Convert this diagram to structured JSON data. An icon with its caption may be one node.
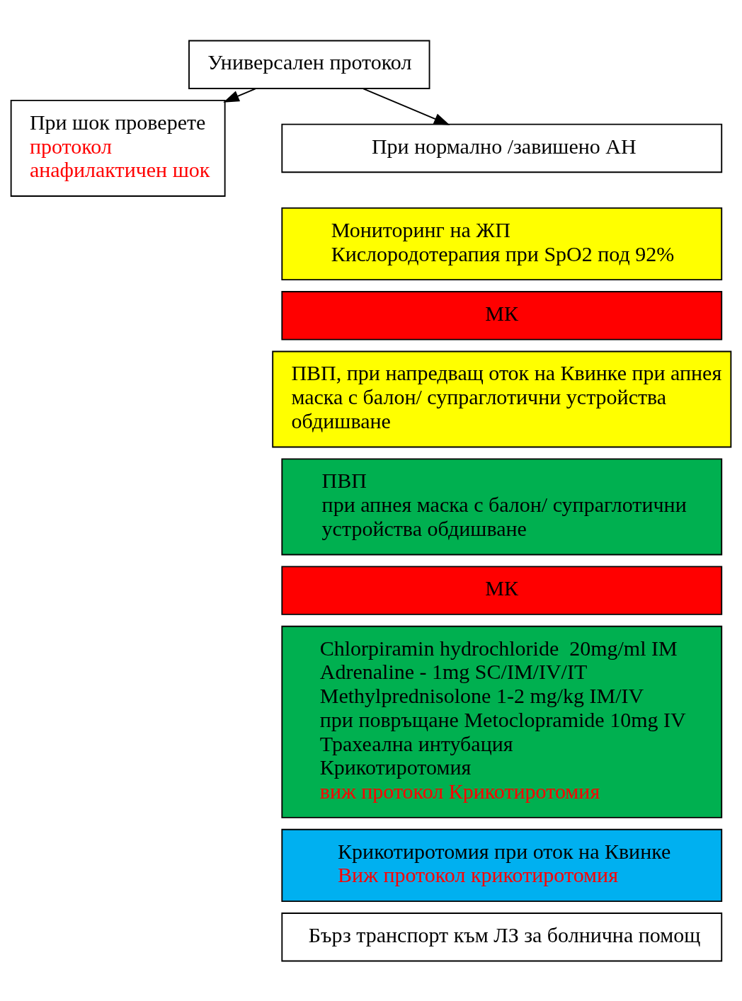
{
  "diagram": {
    "nodes": [
      {
        "text": [
          "Универсален протокол"
        ]
      },
      {
        "text": [
          "При шок проверете",
          "протокол анафилактичен шок"
        ]
      },
      {
        "text": [
          "При нормално /завишено АН"
        ]
      },
      {
        "text": [
          "Мониторинг на ЖП",
          "Кислородотерапия при SpO2 под 92%"
        ]
      },
      {
        "text": [
          "МК"
        ]
      },
      {
        "text": [
          "ПВП, при напредващ оток на Квинке при апнея маска с балон/ супраглотични устройства обдишване"
        ]
      },
      {
        "text": [
          "ПВП",
          "при апнея маска с балон/ супраглотични устройства обдишване"
        ]
      },
      {
        "text": [
          "МК"
        ]
      },
      {
        "text": [
          "Chlorpiramin hydrochloride  20mg/ml IM",
          "Adrenaline - 1mg SC/IM/IV/IT",
          "Methylprednisolone 1-2 mg/kg IM/IV",
          "при повръщане Metoclopramide 10mg IV",
          "Трахеална интубация",
          "Крикотиротомия",
          "виж протокол Крикотиротомия"
        ]
      },
      {
        "text": [
          "Крикотиротомия при оток на Квинке",
          "Виж протокол крикотиротомия"
        ]
      },
      {
        "text": [
          "Бърз транспорт към ЛЗ за болнична помощ"
        ]
      }
    ],
    "edges": [
      {
        "from": 0,
        "to": 1,
        "arrow": "to"
      },
      {
        "from": 0,
        "to": 2,
        "arrow": "to"
      }
    ]
  }
}
